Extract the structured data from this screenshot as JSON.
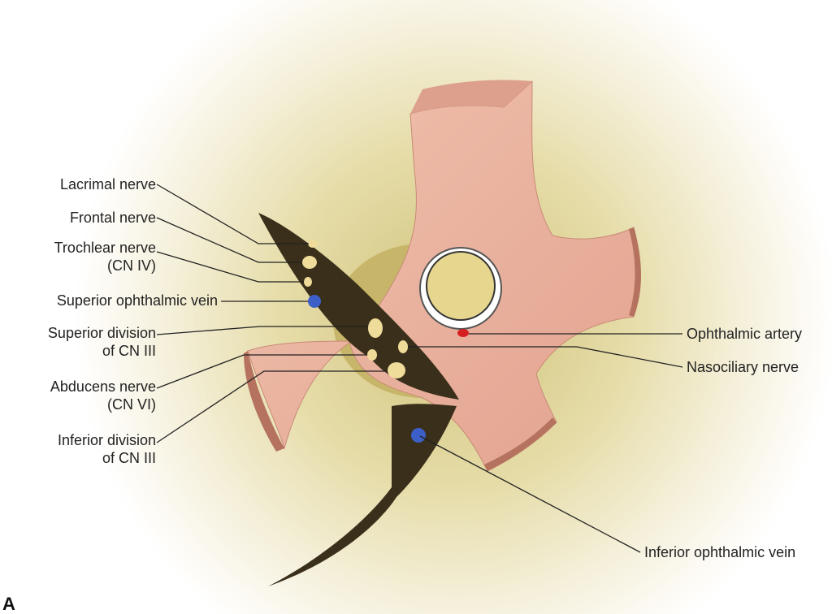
{
  "figure_letter": "A",
  "labels_left": {
    "lacrimal": "Lacrimal nerve",
    "frontal": "Frontal nerve",
    "trochlear_1": "Trochlear nerve",
    "trochlear_2": "(CN IV)",
    "sup_oph_vein": "Superior ophthalmic vein",
    "sup_div_1": "Superior division",
    "sup_div_2": "of CN III",
    "abducens_1": "Abducens nerve",
    "abducens_2": "(CN VI)",
    "inf_div_1": "Inferior division",
    "inf_div_2": "of CN III"
  },
  "labels_right": {
    "oph_artery": "Ophthalmic artery",
    "nasociliary": "Nasociliary nerve",
    "inf_oph_vein": "Inferior ophthalmic vein"
  },
  "colors": {
    "muscle": "#eab3a0",
    "muscle_edge": "#b5735f",
    "fissure": "#3a2f1a",
    "nerve": "#efdc9a",
    "vein": "#3b5fc7",
    "artery": "#d42020",
    "glow": "#e8dfa8"
  }
}
